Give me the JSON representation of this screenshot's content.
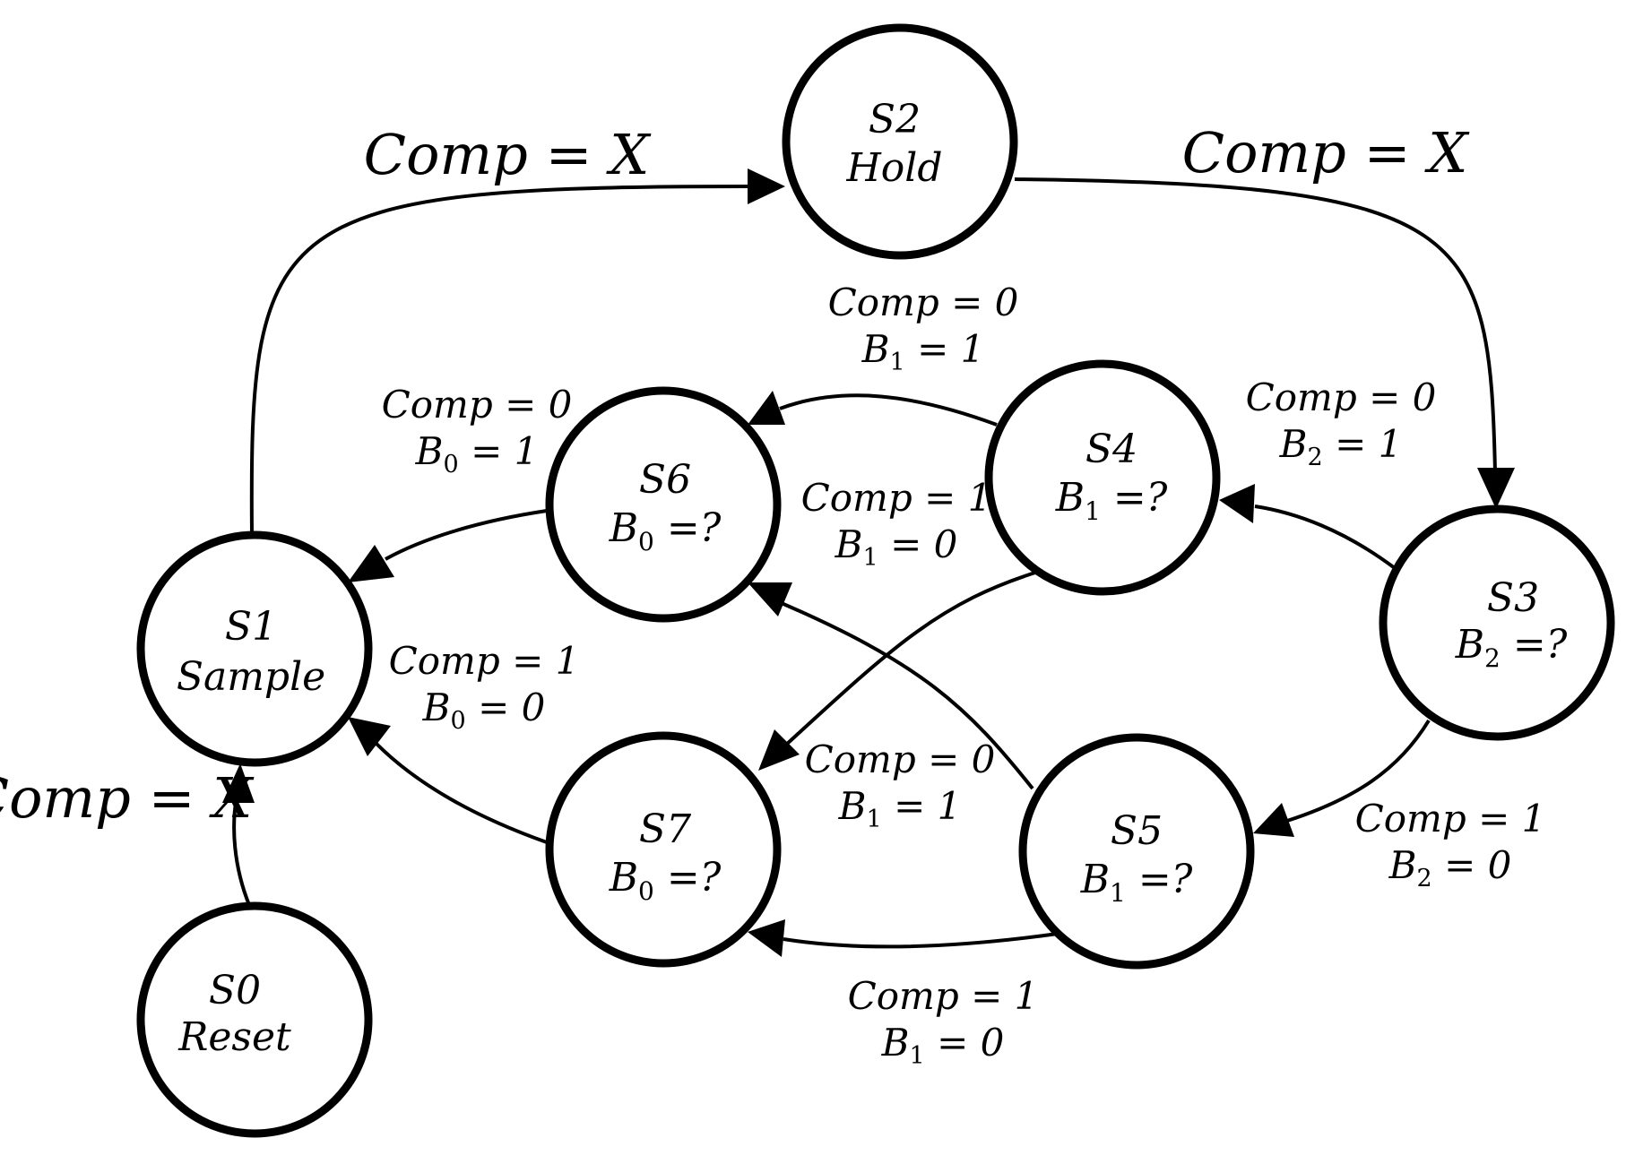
{
  "states": [
    {
      "id": "S0",
      "name": "S0",
      "subtitle": "Reset"
    },
    {
      "id": "S1",
      "name": "S1",
      "subtitle": "Sample"
    },
    {
      "id": "S2",
      "name": "S2",
      "subtitle": "Hold"
    },
    {
      "id": "S3",
      "name": "S3",
      "subtitle": "B2 =?"
    },
    {
      "id": "S4",
      "name": "S4",
      "subtitle": "B1 =?"
    },
    {
      "id": "S5",
      "name": "S5",
      "subtitle": "B1 =?"
    },
    {
      "id": "S6",
      "name": "S6",
      "subtitle": "B0 =?"
    },
    {
      "id": "S7",
      "name": "S7",
      "subtitle": "B0 =?"
    }
  ],
  "transitions": [
    {
      "from": "S0",
      "to": "S1",
      "condition": "Comp = X"
    },
    {
      "from": "S1",
      "to": "S2",
      "condition": "Comp = X"
    },
    {
      "from": "S2",
      "to": "S3",
      "condition": "Comp = X"
    },
    {
      "from": "S3",
      "to": "S4",
      "condition": "Comp = 0",
      "output": "B2 = 1"
    },
    {
      "from": "S3",
      "to": "S5",
      "condition": "Comp = 1",
      "output": "B2 = 0"
    },
    {
      "from": "S4",
      "to": "S6",
      "condition": "Comp = 0",
      "output": "B1 = 1"
    },
    {
      "from": "S4",
      "to": "S7",
      "condition": "Comp = 1",
      "output": "B1 = 0"
    },
    {
      "from": "S5",
      "to": "S6",
      "condition": "Comp = 0",
      "output": "B1 = 1"
    },
    {
      "from": "S5",
      "to": "S7",
      "condition": "Comp = 1",
      "output": "B1 = 0"
    },
    {
      "from": "S6",
      "to": "S1",
      "condition": "Comp = 0",
      "output": "B0 = 1"
    },
    {
      "from": "S7",
      "to": "S1",
      "condition": "Comp = 1",
      "output": "B0 = 0"
    }
  ],
  "colors": {
    "stroke": "#000000",
    "background": "#ffffff"
  }
}
